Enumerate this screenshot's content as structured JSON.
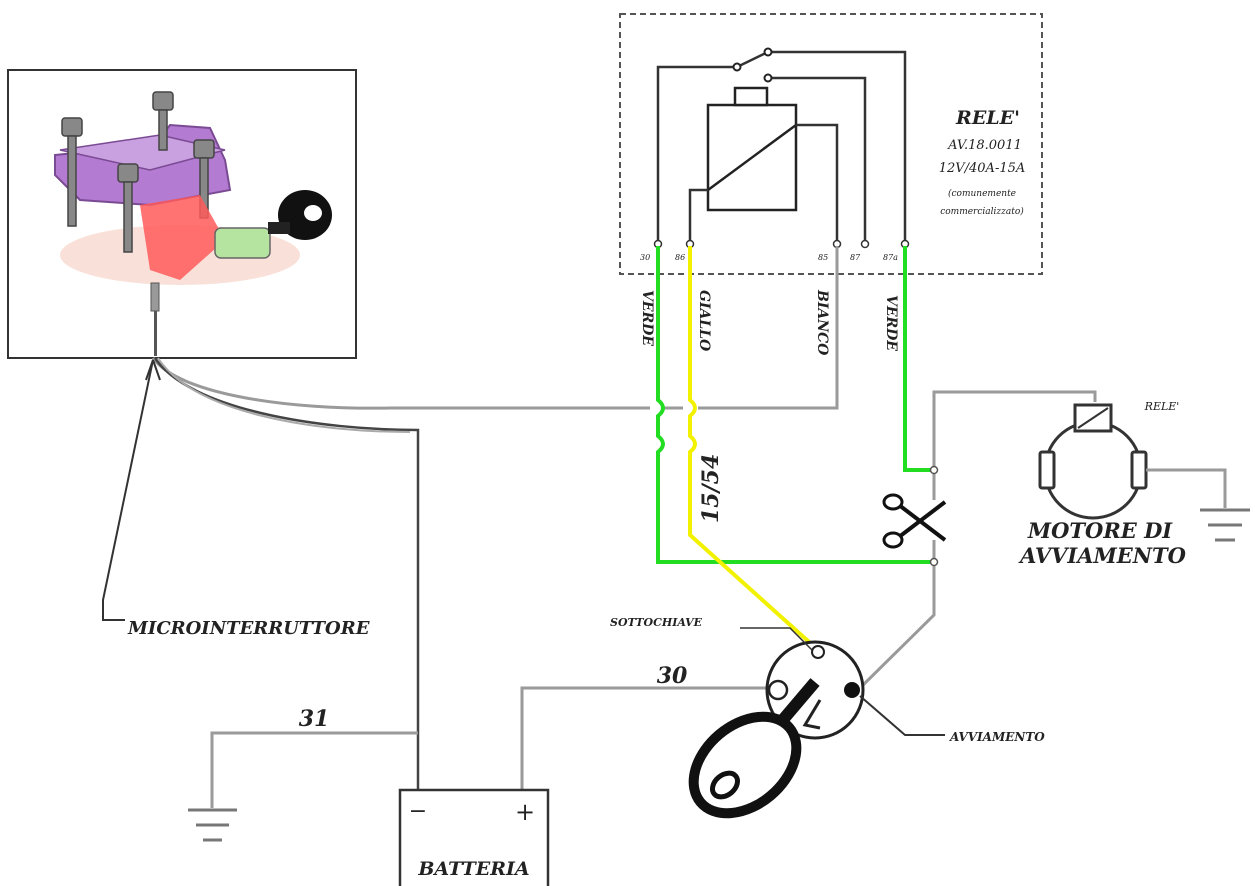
{
  "relay": {
    "title": "RELE'",
    "code": "AV.18.0011",
    "rating": "12V/40A-15A",
    "note_1": "(comunemente",
    "note_2": "commercializzato)",
    "terminals": [
      "30",
      "86",
      "85",
      "87",
      "87a"
    ]
  },
  "wires": {
    "verde_left": "VERDE",
    "giallo": "GIALLO",
    "bianco": "BIANCO",
    "verde_right": "VERDE",
    "ign_label": "15/54"
  },
  "labels": {
    "microswitch": "MICROINTERRUTTORE",
    "starter_relay": "RELE'",
    "starter_motor_1": "MOTORE DI",
    "starter_motor_2": "AVVIAMENTO",
    "key_aux": "SOTTOCHIAVE",
    "key_start": "AVVIAMENTO",
    "wire_31": "31",
    "wire_30": "30",
    "battery": "BATTERIA",
    "battery_minus": "−",
    "battery_plus": "+"
  },
  "colors": {
    "green_wire": "#22dd22",
    "yellow_wire": "#f2f200",
    "grey_wire": "#9a9a9a"
  }
}
